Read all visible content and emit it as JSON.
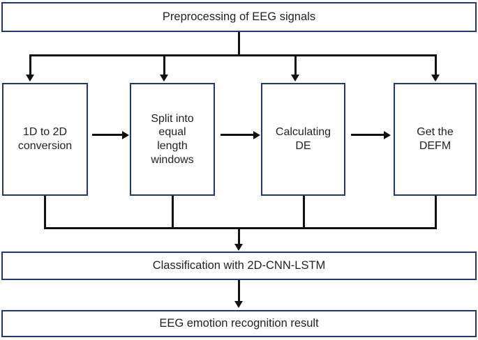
{
  "diagram": {
    "title": "EEG emotion recognition pipeline flowchart",
    "colors": {
      "box_border": "#21386a",
      "connector": "#111111",
      "text": "#231f20",
      "background": "#ffffff"
    },
    "top": {
      "label": "Preprocessing of EEG signals"
    },
    "steps": [
      {
        "id": "step-1",
        "label": "1D to 2D\nconversion"
      },
      {
        "id": "step-2",
        "label": "Split into\nequal\nlength\nwindows"
      },
      {
        "id": "step-3",
        "label": "Calculating\nDE"
      },
      {
        "id": "step-4",
        "label": "Get the\nDEFM"
      }
    ],
    "bottom": [
      {
        "id": "classification",
        "label": "Classification with 2D-CNN-LSTM"
      },
      {
        "id": "result",
        "label": "EEG emotion recognition result"
      }
    ]
  }
}
